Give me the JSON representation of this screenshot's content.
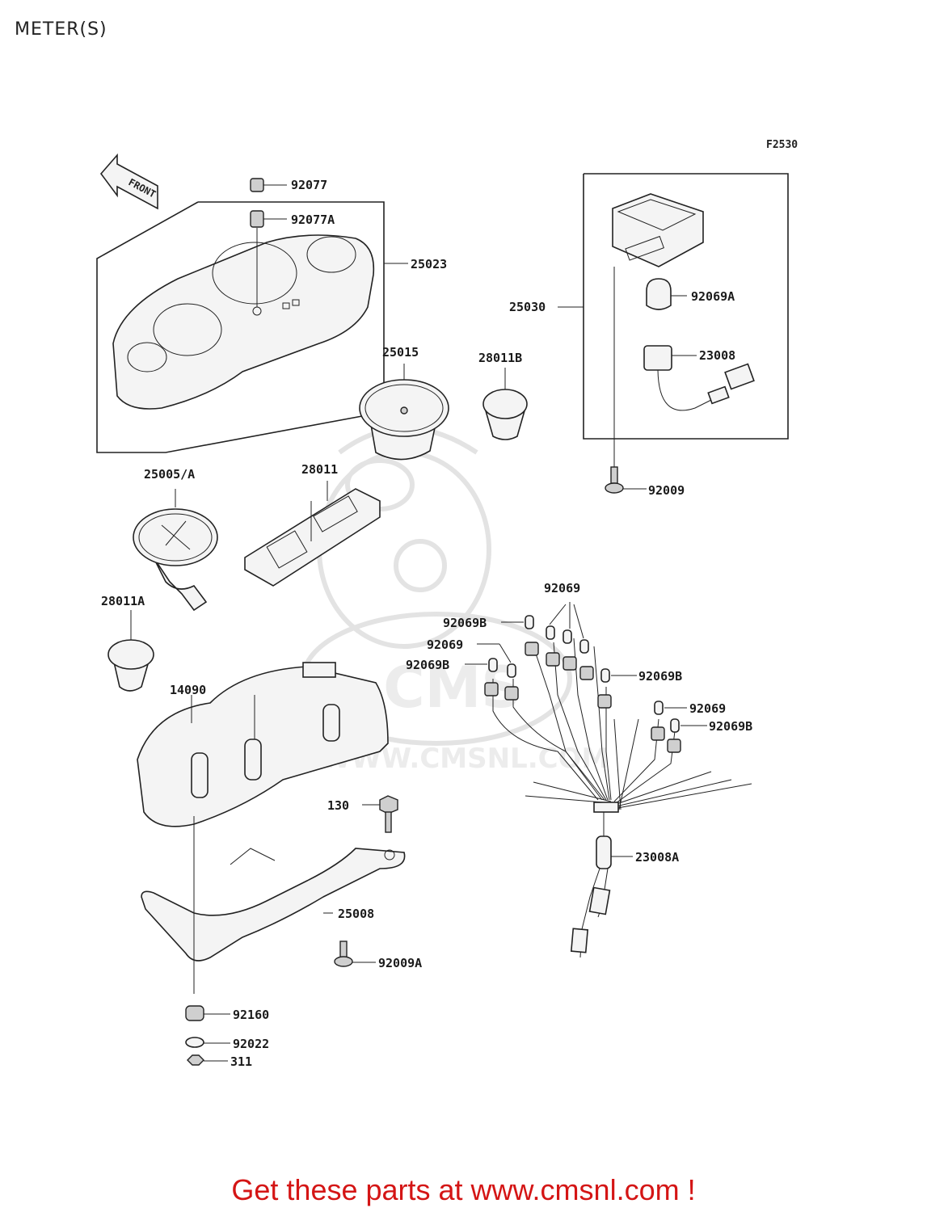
{
  "page": {
    "title": "METER(S)",
    "figure_id": "F2530"
  },
  "watermark": {
    "text": "WWW.CMSNL.COM",
    "brand": "CMS"
  },
  "footer": {
    "text": "Get these parts at www.cmsnl.com !",
    "color": "#d41515"
  },
  "front_badge": {
    "text": "FRONT"
  },
  "part_labels": [
    "92077",
    "92077A",
    "25023",
    "25015",
    "28011B",
    "25030",
    "92069A",
    "23008",
    "92009",
    "25005/A",
    "28011",
    "28011A",
    "92069",
    "92069B",
    "92069",
    "92069B",
    "92069B",
    "92069",
    "92069B",
    "14090",
    "130",
    "23008A",
    "25008",
    "92009A",
    "92160",
    "92022",
    "311"
  ]
}
